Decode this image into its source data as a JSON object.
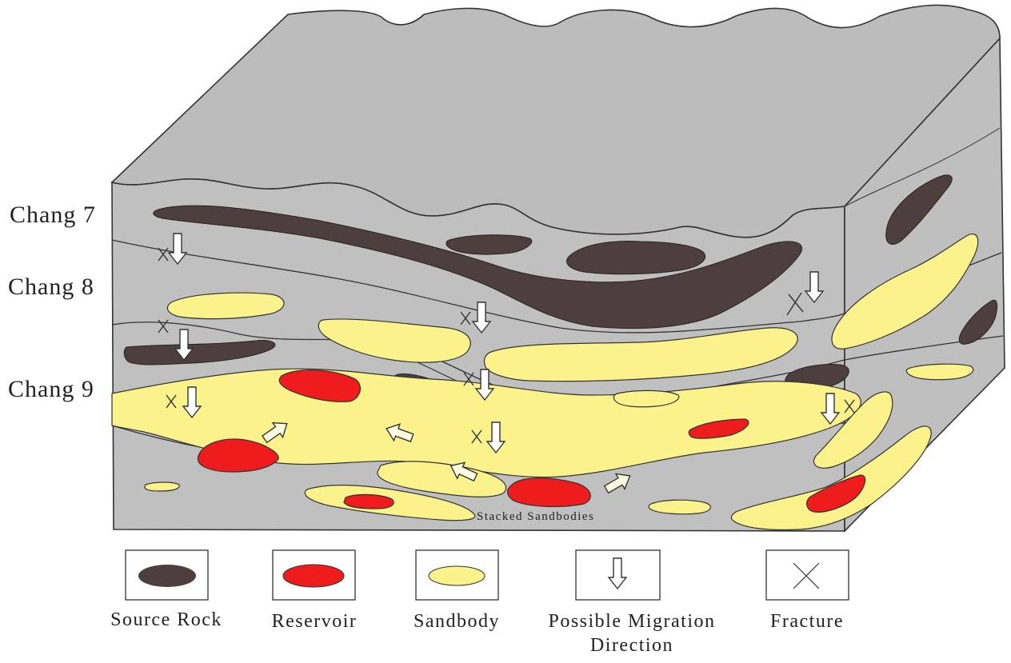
{
  "layers": [
    {
      "label": "Chang 7"
    },
    {
      "label": "Chang 8"
    },
    {
      "label": "Chang 9"
    }
  ],
  "annotation": "Stacked Sandbodies",
  "legend": [
    {
      "key": "source-rock",
      "label": "Source Rock",
      "color": "#4d3f3d"
    },
    {
      "key": "reservoir",
      "label": "Reservoir",
      "color": "#ee1c1c"
    },
    {
      "key": "sandbody",
      "label": "Sandbody",
      "color": "#fbf28c"
    },
    {
      "key": "migration",
      "label_line1": "Possible Migration",
      "label_line2": "Direction"
    },
    {
      "key": "fracture",
      "label": "Fracture"
    }
  ],
  "colors": {
    "rock": "#c0c0c0",
    "top_surface": "#bdbdbd",
    "outline": "#333333"
  }
}
